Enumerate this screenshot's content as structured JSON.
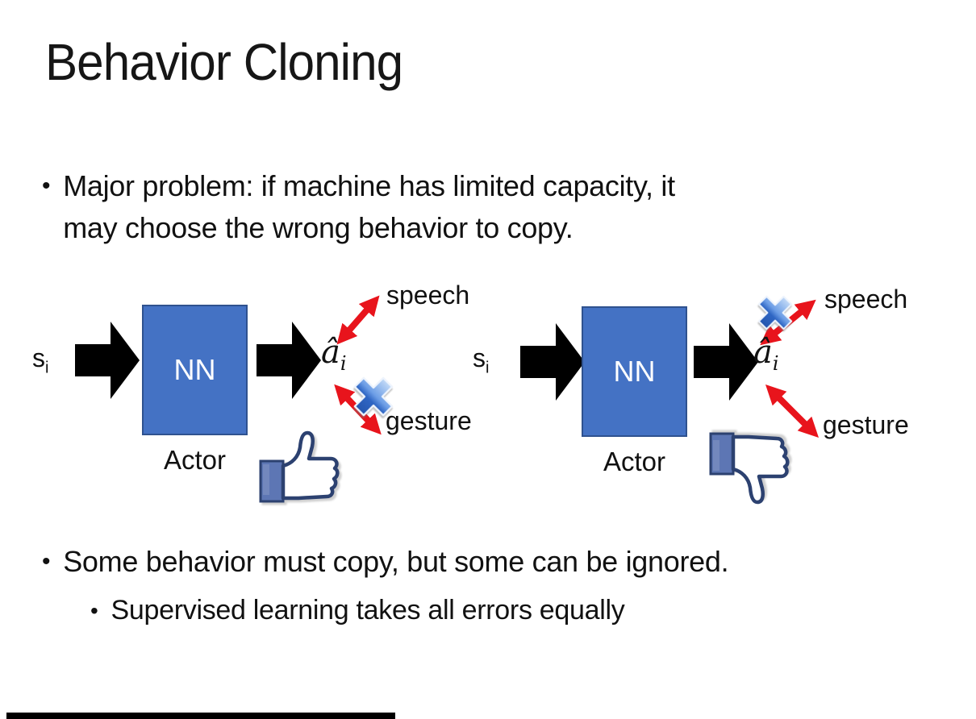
{
  "slide": {
    "title": "Behavior Cloning",
    "bullet_char": "•",
    "bullets": {
      "major_line1": "Major problem: if machine has limited capacity, it",
      "major_line2": "may choose the wrong behavior to copy.",
      "some": "Some behavior must copy, but some can be ignored.",
      "supervised": "Supervised learning takes all errors equally"
    }
  },
  "diagram": {
    "left": {
      "input_label": "s",
      "input_sub": "i",
      "box_label": "NN",
      "output_label": "â",
      "output_sub": "i",
      "speech_label": "speech",
      "gesture_label": "gesture",
      "actor_label": "Actor",
      "crossed_out_branch": "gesture",
      "feedback_icon": "thumbs-up-icon"
    },
    "right": {
      "input_label": "s",
      "input_sub": "i",
      "box_label": "NN",
      "output_label": "â",
      "output_sub": "i",
      "speech_label": "speech",
      "gesture_label": "gesture",
      "actor_label": "Actor",
      "crossed_out_branch": "speech",
      "feedback_icon": "thumbs-down-icon"
    }
  },
  "colors": {
    "background": "#FFFFFF",
    "text": "#111111",
    "nn_box_fill": "#4472C4",
    "nn_box_border": "#2F528F",
    "nn_box_text": "#FFFFFF",
    "flow_arrow": "#000000",
    "branch_arrow_red": "#E8141C",
    "cross_blue_light": "#C4DBF7",
    "cross_blue_dark": "#2456AE",
    "thumb_outline_navy": "#2C4170",
    "thumb_cuff_blue": "#5D76B4",
    "bottom_bar": "#000000"
  }
}
